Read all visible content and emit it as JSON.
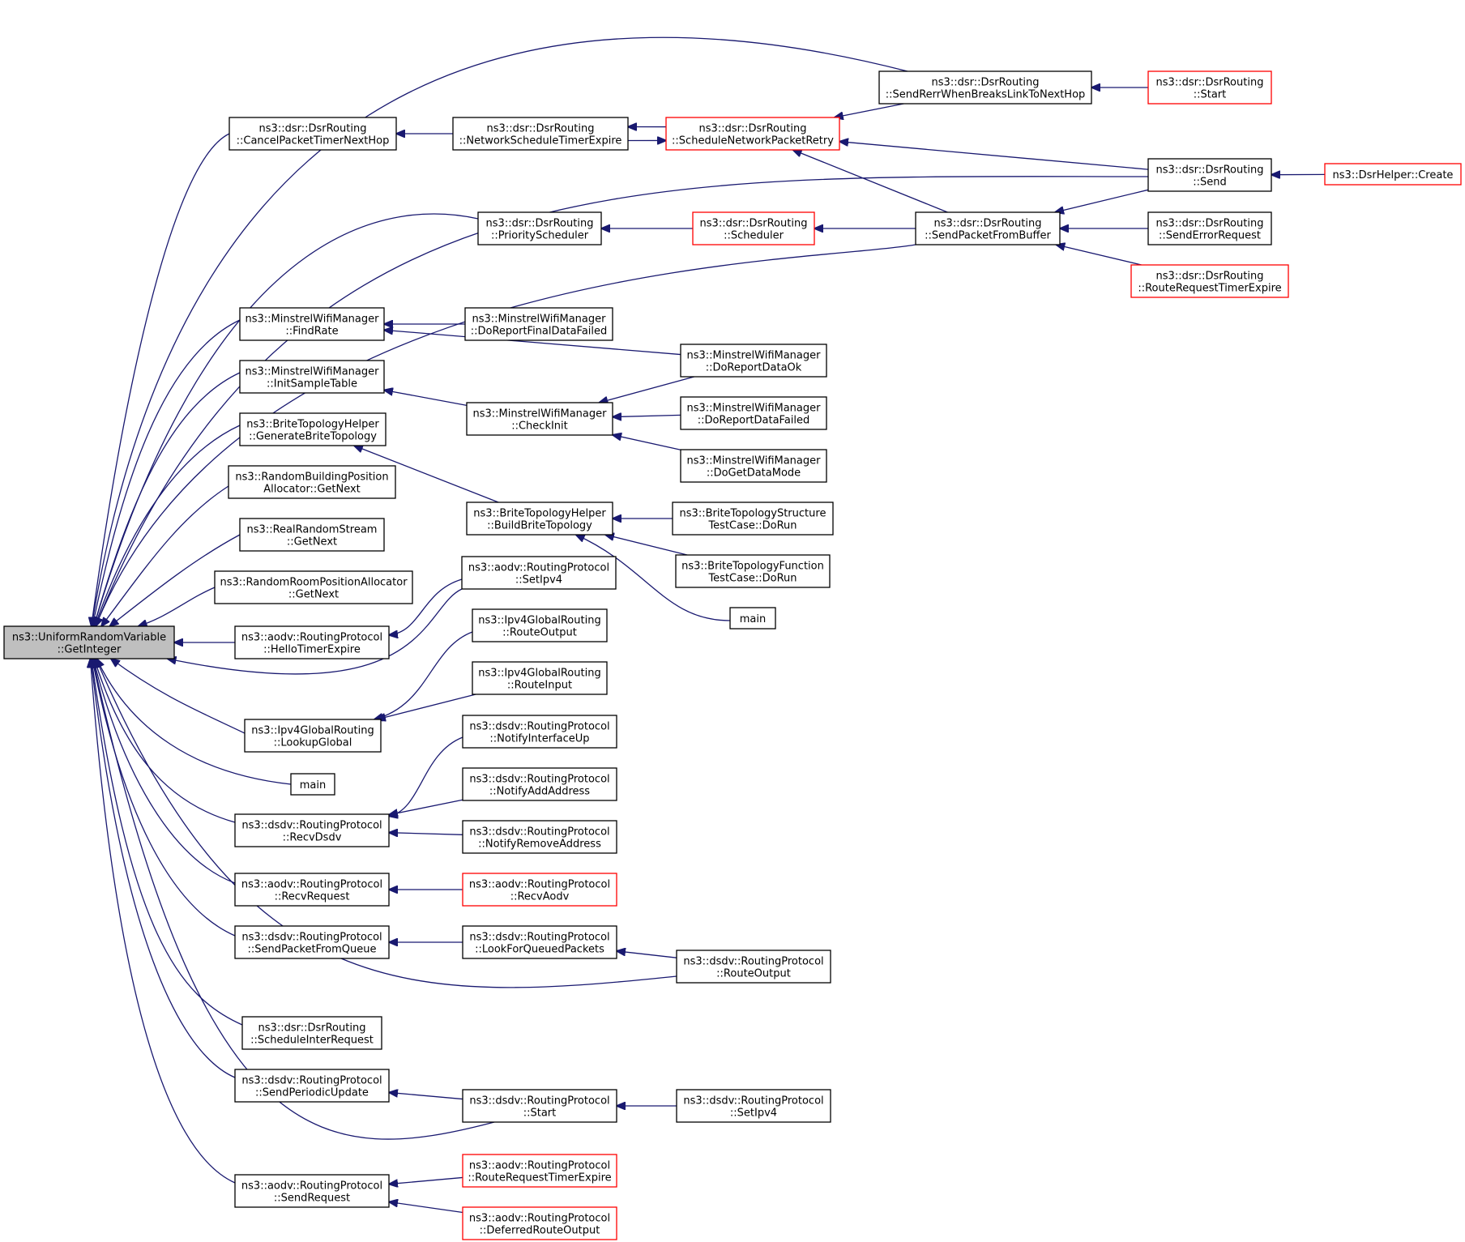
{
  "colors": {
    "edge": "#191970",
    "border_normal": "#000000",
    "border_truncated": "#ff0000",
    "root_fill": "#bfbfbf",
    "node_fill": "#ffffff"
  },
  "nodes": [
    {
      "id": "root",
      "lines": [
        "ns3::UniformRandomVariable",
        "::GetInteger"
      ],
      "style": "root"
    },
    {
      "id": "cancel",
      "lines": [
        "ns3::dsr::DsrRouting",
        "::CancelPacketTimerNextHop"
      ],
      "style": "normal"
    },
    {
      "id": "netsched",
      "lines": [
        "ns3::dsr::DsrRouting",
        "::NetworkScheduleTimerExpire"
      ],
      "style": "normal"
    },
    {
      "id": "schednpr",
      "lines": [
        "ns3::dsr::DsrRouting",
        "::ScheduleNetworkPacketRetry"
      ],
      "style": "truncated"
    },
    {
      "id": "sendrerr",
      "lines": [
        "ns3::dsr::DsrRouting",
        "::SendRerrWhenBreaksLinkToNextHop"
      ],
      "style": "normal"
    },
    {
      "id": "dsrstart",
      "lines": [
        "ns3::dsr::DsrRouting",
        "::Start"
      ],
      "style": "truncated"
    },
    {
      "id": "dsrsend",
      "lines": [
        "ns3::dsr::DsrRouting",
        "::Send"
      ],
      "style": "normal"
    },
    {
      "id": "dsrhelper",
      "lines": [
        "ns3::DsrHelper::Create"
      ],
      "style": "truncated"
    },
    {
      "id": "priosched",
      "lines": [
        "ns3::dsr::DsrRouting",
        "::PriorityScheduler"
      ],
      "style": "normal"
    },
    {
      "id": "scheduler",
      "lines": [
        "ns3::dsr::DsrRouting",
        "::Scheduler"
      ],
      "style": "truncated"
    },
    {
      "id": "spfb",
      "lines": [
        "ns3::dsr::DsrRouting",
        "::SendPacketFromBuffer"
      ],
      "style": "normal"
    },
    {
      "id": "senderr",
      "lines": [
        "ns3::dsr::DsrRouting",
        "::SendErrorRequest"
      ],
      "style": "normal"
    },
    {
      "id": "rrte",
      "lines": [
        "ns3::dsr::DsrRouting",
        "::RouteRequestTimerExpire"
      ],
      "style": "truncated"
    },
    {
      "id": "findrate",
      "lines": [
        "ns3::MinstrelWifiManager",
        "::FindRate"
      ],
      "style": "normal"
    },
    {
      "id": "drfdf",
      "lines": [
        "ns3::MinstrelWifiManager",
        "::DoReportFinalDataFailed"
      ],
      "style": "normal"
    },
    {
      "id": "drdok",
      "lines": [
        "ns3::MinstrelWifiManager",
        "::DoReportDataOk"
      ],
      "style": "normal"
    },
    {
      "id": "initst",
      "lines": [
        "ns3::MinstrelWifiManager",
        "::InitSampleTable"
      ],
      "style": "normal"
    },
    {
      "id": "checkinit",
      "lines": [
        "ns3::MinstrelWifiManager",
        "::CheckInit"
      ],
      "style": "normal"
    },
    {
      "id": "drdf",
      "lines": [
        "ns3::MinstrelWifiManager",
        "::DoReportDataFailed"
      ],
      "style": "normal"
    },
    {
      "id": "dgdm",
      "lines": [
        "ns3::MinstrelWifiManager",
        "::DoGetDataMode"
      ],
      "style": "normal"
    },
    {
      "id": "genbt",
      "lines": [
        "ns3::BriteTopologyHelper",
        "::GenerateBriteTopology"
      ],
      "style": "normal"
    },
    {
      "id": "buildbt",
      "lines": [
        "ns3::BriteTopologyHelper",
        "::BuildBriteTopology"
      ],
      "style": "normal"
    },
    {
      "id": "btstruct",
      "lines": [
        "ns3::BriteTopologyStructure",
        "TestCase::DoRun"
      ],
      "style": "normal"
    },
    {
      "id": "btfunc",
      "lines": [
        "ns3::BriteTopologyFunction",
        "TestCase::DoRun"
      ],
      "style": "normal"
    },
    {
      "id": "main1",
      "lines": [
        "main"
      ],
      "style": "normal"
    },
    {
      "id": "rbpa",
      "lines": [
        "ns3::RandomBuildingPosition",
        "Allocator::GetNext"
      ],
      "style": "normal"
    },
    {
      "id": "rrs",
      "lines": [
        "ns3::RealRandomStream",
        "::GetNext"
      ],
      "style": "normal"
    },
    {
      "id": "rrpa",
      "lines": [
        "ns3::RandomRoomPositionAllocator",
        "::GetNext"
      ],
      "style": "normal"
    },
    {
      "id": "aodvsetipv4",
      "lines": [
        "ns3::aodv::RoutingProtocol",
        "::SetIpv4"
      ],
      "style": "normal"
    },
    {
      "id": "hello",
      "lines": [
        "ns3::aodv::RoutingProtocol",
        "::HelloTimerExpire"
      ],
      "style": "normal"
    },
    {
      "id": "ipv4ro",
      "lines": [
        "ns3::Ipv4GlobalRouting",
        "::RouteOutput"
      ],
      "style": "normal"
    },
    {
      "id": "ipv4ri",
      "lines": [
        "ns3::Ipv4GlobalRouting",
        "::RouteInput"
      ],
      "style": "normal"
    },
    {
      "id": "lookup",
      "lines": [
        "ns3::Ipv4GlobalRouting",
        "::LookupGlobal"
      ],
      "style": "normal"
    },
    {
      "id": "main2",
      "lines": [
        "main"
      ],
      "style": "normal"
    },
    {
      "id": "niu",
      "lines": [
        "ns3::dsdv::RoutingProtocol",
        "::NotifyInterfaceUp"
      ],
      "style": "normal"
    },
    {
      "id": "naa",
      "lines": [
        "ns3::dsdv::RoutingProtocol",
        "::NotifyAddAddress"
      ],
      "style": "normal"
    },
    {
      "id": "recvdsdv",
      "lines": [
        "ns3::dsdv::RoutingProtocol",
        "::RecvDsdv"
      ],
      "style": "normal"
    },
    {
      "id": "nra",
      "lines": [
        "ns3::dsdv::RoutingProtocol",
        "::NotifyRemoveAddress"
      ],
      "style": "normal"
    },
    {
      "id": "recvreq",
      "lines": [
        "ns3::aodv::RoutingProtocol",
        "::RecvRequest"
      ],
      "style": "normal"
    },
    {
      "id": "recvaodv",
      "lines": [
        "ns3::aodv::RoutingProtocol",
        "::RecvAodv"
      ],
      "style": "truncated"
    },
    {
      "id": "spfq",
      "lines": [
        "ns3::dsdv::RoutingProtocol",
        "::SendPacketFromQueue"
      ],
      "style": "normal"
    },
    {
      "id": "lfqp",
      "lines": [
        "ns3::dsdv::RoutingProtocol",
        "::LookForQueuedPackets"
      ],
      "style": "normal"
    },
    {
      "id": "dsdvro",
      "lines": [
        "ns3::dsdv::RoutingProtocol",
        "::RouteOutput"
      ],
      "style": "normal"
    },
    {
      "id": "schedir",
      "lines": [
        "ns3::dsr::DsrRouting",
        "::ScheduleInterRequest"
      ],
      "style": "normal"
    },
    {
      "id": "spu",
      "lines": [
        "ns3::dsdv::RoutingProtocol",
        "::SendPeriodicUpdate"
      ],
      "style": "normal"
    },
    {
      "id": "dsdvstart",
      "lines": [
        "ns3::dsdv::RoutingProtocol",
        "::Start"
      ],
      "style": "normal"
    },
    {
      "id": "dsdvsetipv4",
      "lines": [
        "ns3::dsdv::RoutingProtocol",
        "::SetIpv4"
      ],
      "style": "normal"
    },
    {
      "id": "sendreq",
      "lines": [
        "ns3::aodv::RoutingProtocol",
        "::SendRequest"
      ],
      "style": "normal"
    },
    {
      "id": "aodvrrte",
      "lines": [
        "ns3::aodv::RoutingProtocol",
        "::RouteRequestTimerExpire"
      ],
      "style": "truncated"
    },
    {
      "id": "dro",
      "lines": [
        "ns3::aodv::RoutingProtocol",
        "::DeferredRouteOutput"
      ],
      "style": "truncated"
    }
  ],
  "edges": [
    {
      "from": "cancel",
      "to": "root"
    },
    {
      "from": "sendrerr",
      "to": "root"
    },
    {
      "from": "dsrsend",
      "to": "root"
    },
    {
      "from": "priosched",
      "to": "root"
    },
    {
      "from": "spfb",
      "to": "root"
    },
    {
      "from": "findrate",
      "to": "root"
    },
    {
      "from": "initst",
      "to": "root"
    },
    {
      "from": "genbt",
      "to": "root"
    },
    {
      "from": "rbpa",
      "to": "root"
    },
    {
      "from": "rrs",
      "to": "root"
    },
    {
      "from": "rrpa",
      "to": "root"
    },
    {
      "from": "hello",
      "to": "root"
    },
    {
      "from": "aodvsetipv4",
      "to": "root"
    },
    {
      "from": "lookup",
      "to": "root"
    },
    {
      "from": "main2",
      "to": "root"
    },
    {
      "from": "recvdsdv",
      "to": "root"
    },
    {
      "from": "recvreq",
      "to": "root"
    },
    {
      "from": "spfq",
      "to": "root"
    },
    {
      "from": "dsdvro",
      "to": "root"
    },
    {
      "from": "schedir",
      "to": "root"
    },
    {
      "from": "spu",
      "to": "root"
    },
    {
      "from": "dsdvstart",
      "to": "root"
    },
    {
      "from": "sendreq",
      "to": "root"
    },
    {
      "from": "netsched",
      "to": "cancel"
    },
    {
      "from": "schednpr",
      "to": "netsched",
      "offset": -6
    },
    {
      "from": "netsched",
      "to": "schednpr",
      "offset": 6
    },
    {
      "from": "sendrerr",
      "to": "schednpr"
    },
    {
      "from": "dsrsend",
      "to": "schednpr"
    },
    {
      "from": "spfb",
      "to": "schednpr"
    },
    {
      "from": "dsrstart",
      "to": "sendrerr"
    },
    {
      "from": "dsrhelper",
      "to": "dsrsend"
    },
    {
      "from": "scheduler",
      "to": "priosched"
    },
    {
      "from": "spfb",
      "to": "scheduler"
    },
    {
      "from": "dsrsend",
      "to": "spfb"
    },
    {
      "from": "senderr",
      "to": "spfb"
    },
    {
      "from": "rrte",
      "to": "spfb"
    },
    {
      "from": "drfdf",
      "to": "findrate"
    },
    {
      "from": "drdok",
      "to": "findrate"
    },
    {
      "from": "checkinit",
      "to": "initst"
    },
    {
      "from": "drdok",
      "to": "checkinit"
    },
    {
      "from": "drdf",
      "to": "checkinit"
    },
    {
      "from": "dgdm",
      "to": "checkinit"
    },
    {
      "from": "buildbt",
      "to": "genbt"
    },
    {
      "from": "btstruct",
      "to": "buildbt"
    },
    {
      "from": "btfunc",
      "to": "buildbt"
    },
    {
      "from": "main1",
      "to": "buildbt"
    },
    {
      "from": "aodvsetipv4",
      "to": "hello"
    },
    {
      "from": "ipv4ro",
      "to": "lookup"
    },
    {
      "from": "ipv4ri",
      "to": "lookup"
    },
    {
      "from": "niu",
      "to": "recvdsdv"
    },
    {
      "from": "naa",
      "to": "recvdsdv"
    },
    {
      "from": "nra",
      "to": "recvdsdv"
    },
    {
      "from": "recvaodv",
      "to": "recvreq"
    },
    {
      "from": "lfqp",
      "to": "spfq"
    },
    {
      "from": "dsdvro",
      "to": "lfqp"
    },
    {
      "from": "dsdvstart",
      "to": "spu"
    },
    {
      "from": "dsdvsetipv4",
      "to": "dsdvstart"
    },
    {
      "from": "aodvrrte",
      "to": "sendreq"
    },
    {
      "from": "dro",
      "to": "sendreq"
    }
  ]
}
